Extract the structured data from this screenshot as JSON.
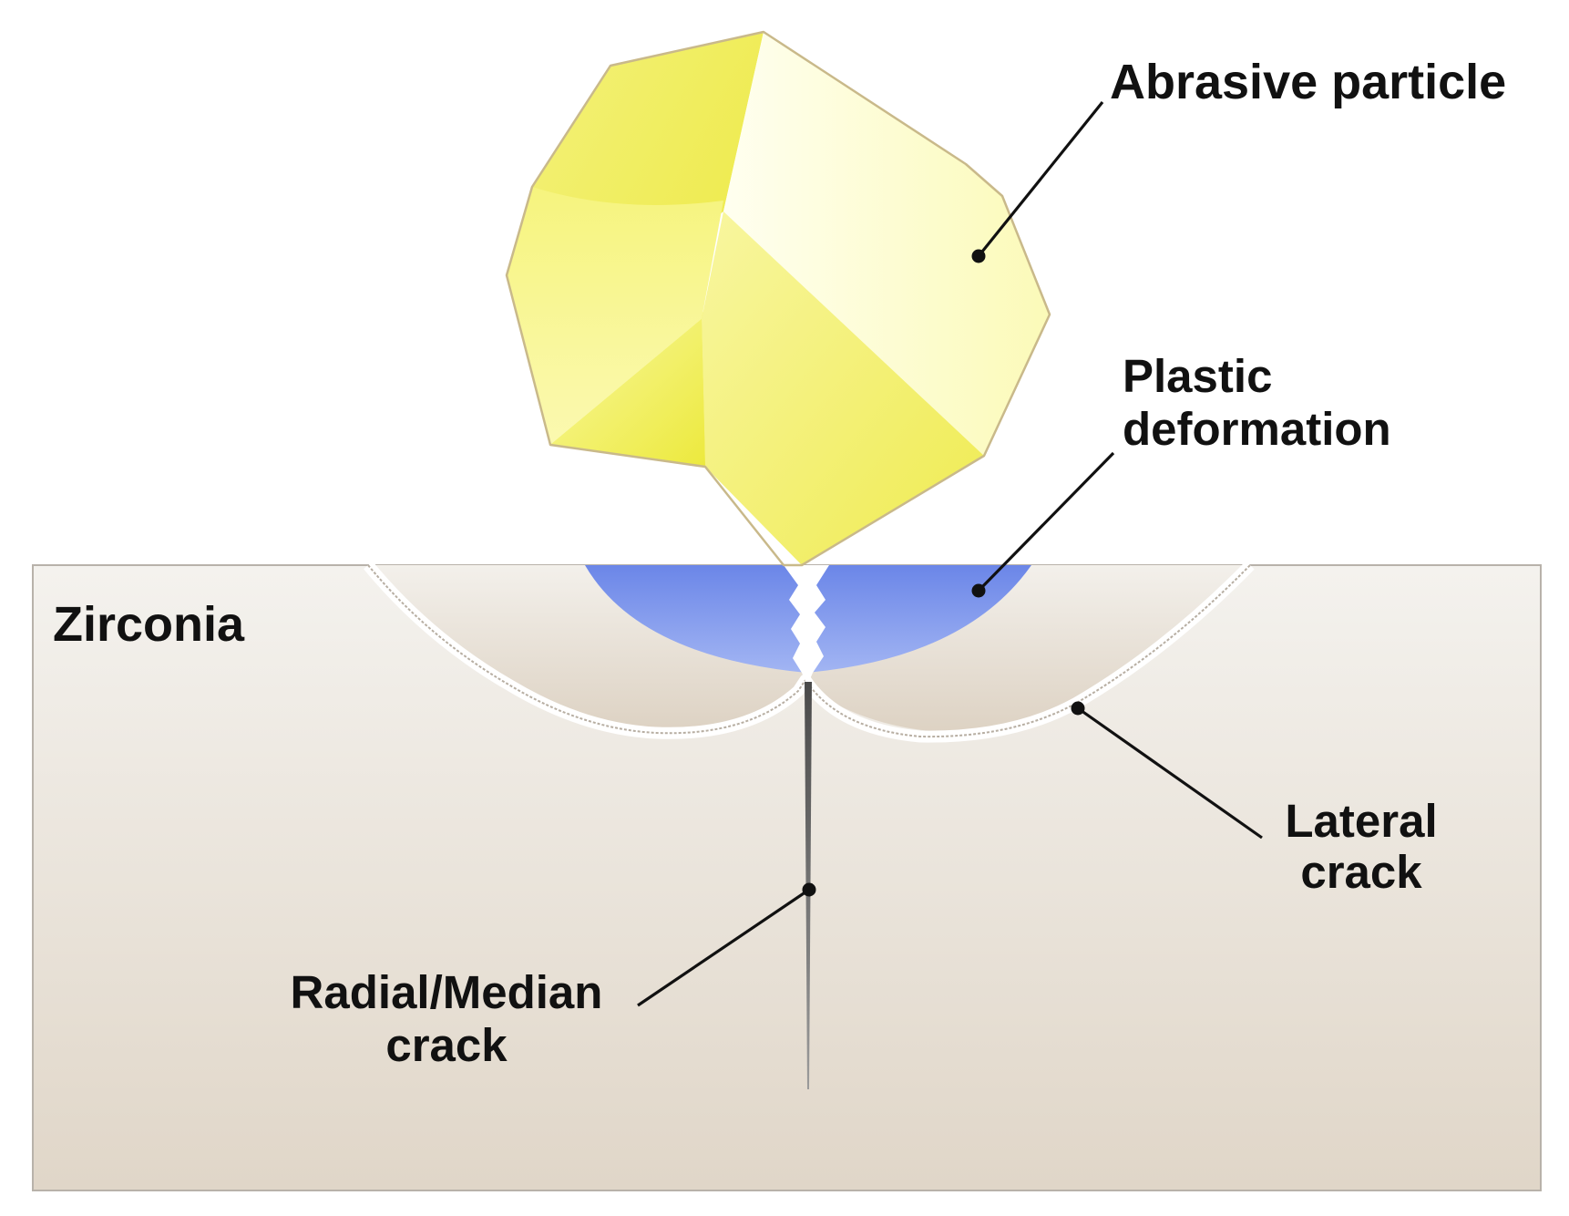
{
  "labels": {
    "abrasive_particle": "Abrasive particle",
    "plastic_deformation_line1": "Plastic",
    "plastic_deformation_line2": "deformation",
    "zirconia": "Zirconia",
    "lateral_crack_line1": "Lateral",
    "lateral_crack_line2": "crack",
    "radial_median_crack_line1": "Radial/Median",
    "radial_median_crack_line2": "crack"
  },
  "colors": {
    "particle_light": "#fdfccf",
    "particle_mid": "#f7f590",
    "particle_dark": "#ece83a",
    "particle_outline": "#c9b98a",
    "plastic_zone_top": "#6b86e8",
    "plastic_zone_bottom": "#9fb3f2",
    "zirconia_top": "#f4f2ee",
    "zirconia_bottom": "#e0d6c8",
    "crack": "#ffffff",
    "leader": "#111111"
  }
}
